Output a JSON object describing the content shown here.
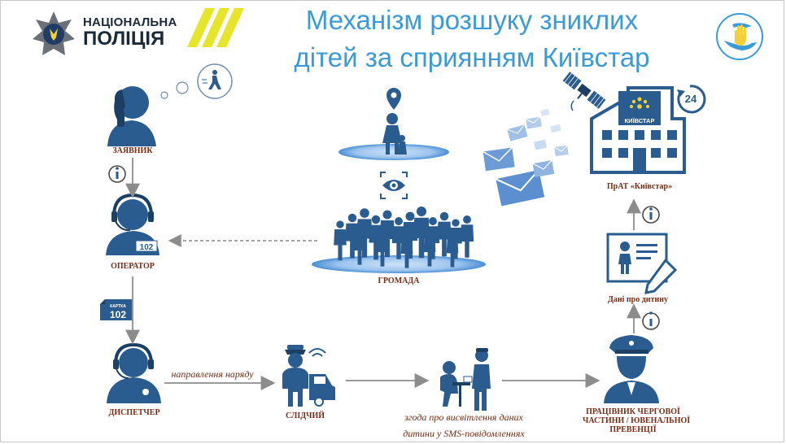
{
  "header": {
    "title_line1": "Механізм розшуку зниклих",
    "title_line2": "дітей за сприянням Київстар",
    "police_logo_line1": "НАЦІОНАЛЬНА",
    "police_logo_line2": "ПОЛІЦІЯ"
  },
  "nodes": {
    "applicant": "ЗАЯВНИК",
    "operator": "ОПЕРАТОР",
    "operator_badge": "102",
    "card_label": "КАРТКА",
    "card_number": "102",
    "dispatcher": "ДИСПЕТЧЕР",
    "investigator": "СЛІДЧИЙ",
    "community": "ГРОМАДА",
    "kyivstar_company": "ПрАТ «Київстар»",
    "kyivstar_logo": "КИЇВСТАР",
    "clock_badge": "24",
    "child_data": "Дані про дитину",
    "officer_line1": "ПРАЦІВНИК ЧЕРГОВОЇ",
    "officer_line2": "ЧАСТИНИ / ЮВЕНАЛЬНОЇ",
    "officer_line3": "ПРЕВЕНЦІЇ"
  },
  "edges": {
    "dispatch_order": "направлення наряду",
    "consent_line1": "згода про висвітлення даних",
    "consent_line2": "дитини у SMS-повідомленнях"
  },
  "colors": {
    "primary": "#2a5c8f",
    "title": "#3a9bd8",
    "label": "#7a2c14",
    "arrow": "#8c8c8c",
    "platform": "#4a8fd4",
    "envelope": "#5b8fd0",
    "kyivstar_star": "#f6d22e",
    "police_stripes": "#e7e52a"
  }
}
